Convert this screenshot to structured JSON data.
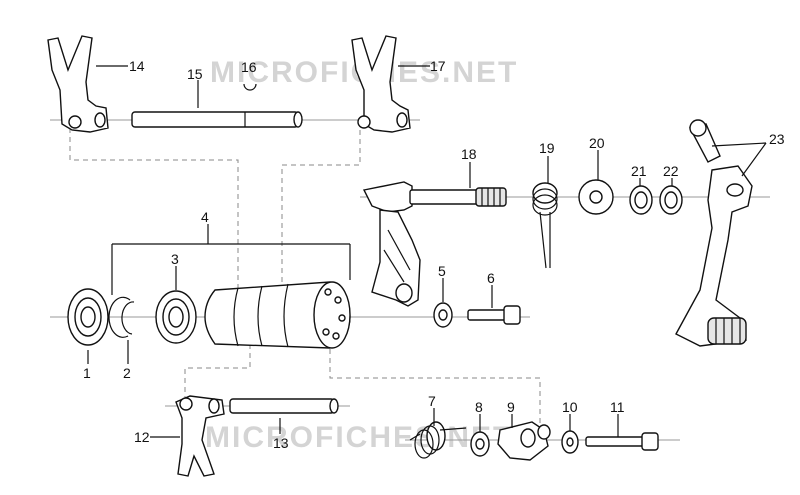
{
  "watermark": {
    "top": "MICROFICHES.NET",
    "bottom": "MICROFICHES.NET"
  },
  "callouts": {
    "c1": "1",
    "c2": "2",
    "c3": "3",
    "c4": "4",
    "c5": "5",
    "c6": "6",
    "c7": "7",
    "c8": "8",
    "c9": "9",
    "c10": "10",
    "c11": "11",
    "c12": "12",
    "c13": "13",
    "c14": "14",
    "c15": "15",
    "c16": "16",
    "c17": "17",
    "c18": "18",
    "c19": "19",
    "c20": "20",
    "c21": "21",
    "c22": "22",
    "c23": "23"
  }
}
